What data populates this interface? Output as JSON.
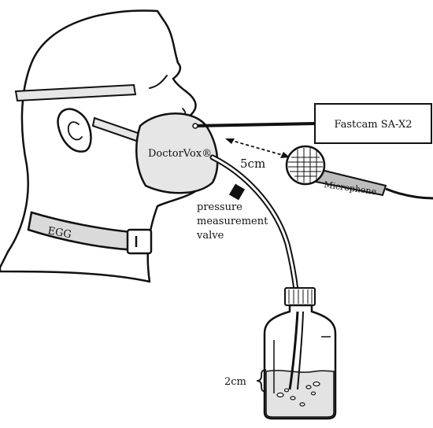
{
  "labels": {
    "camera": "Fastcam SA-X2",
    "mask": "DoctorVox®",
    "distance": "5cm",
    "microphone": "Microphone",
    "egg": "EGG",
    "valve_line1": "pressure",
    "valve_line2": "measurement",
    "valve_line3": "valve",
    "depth": "2cm"
  },
  "colors": {
    "ink": "#111111",
    "skin": "#ffffff",
    "mask": "#e6e6e6",
    "collar": "#dadada",
    "water": "#e3e3e3",
    "mic_body": "#bdbdbd"
  }
}
